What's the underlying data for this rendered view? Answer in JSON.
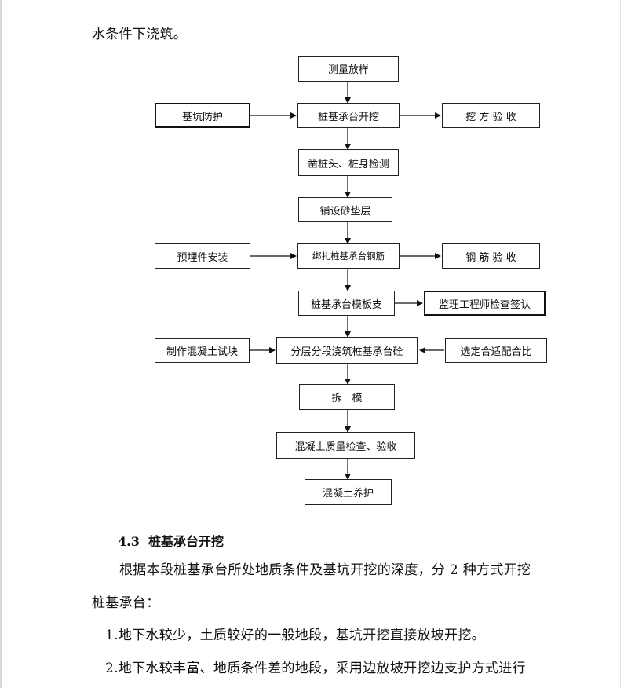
{
  "document": {
    "top_line": "水条件下浇筑。",
    "flowchart": {
      "main": [
        "测量放样",
        "桩基承台开挖",
        "凿桩头、桩身检测",
        "铺设砂垫层",
        "绑扎桩基承台钢筋",
        "桩基承台模板支",
        "分层分段浇筑桩基承台砼",
        "拆　模",
        "混凝土质量检查、验收",
        "混凝土养护"
      ],
      "side": {
        "pit_protection": "基坑防护",
        "earthwork_acceptance": "挖 方 验 收",
        "embedded_parts": "预埋件安装",
        "rebar_acceptance": "钢 筋 验 收",
        "supervisor_signoff": "监理工程师检查签认",
        "make_test_blocks": "制作混凝土试块",
        "mix_ratio": "选定合适配合比"
      }
    },
    "section_heading": "4.3  桩基承台开挖",
    "para1_line1": "根据本段桩基承台所处地质条件及基坑开挖的深度，分 2 种方式开挖",
    "para1_line2": "桩基承台：",
    "item1": "1.地下水较少，土质较好的一般地段，基坑开挖直接放坡开挖。",
    "item2": "2.地下水较丰富、地质条件差的地段，采用边放坡开挖边支护方式进行"
  }
}
